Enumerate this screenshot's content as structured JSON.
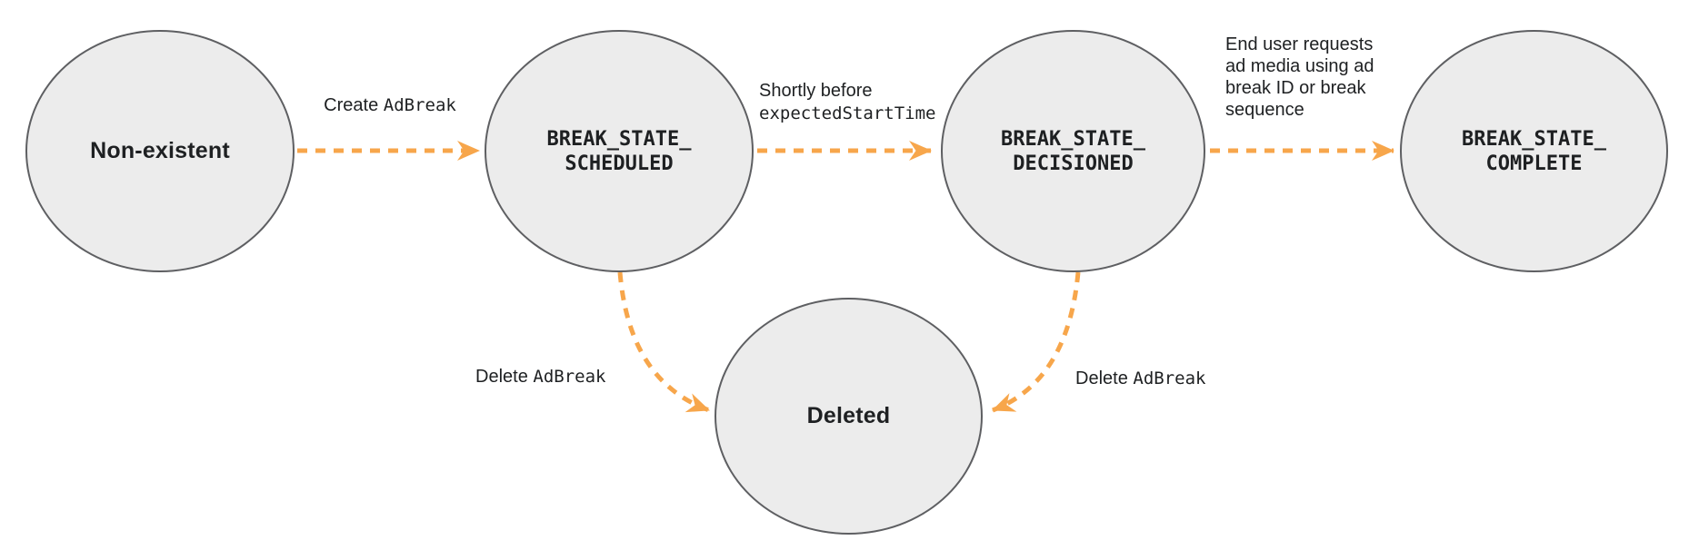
{
  "states": {
    "nonexistent": {
      "line1": "Non-existent",
      "line2": ""
    },
    "scheduled": {
      "line1": "BREAK_STATE_",
      "line2": "SCHEDULED"
    },
    "decisioned": {
      "line1": "BREAK_STATE_",
      "line2": "DECISIONED"
    },
    "complete": {
      "line1": "BREAK_STATE_",
      "line2": "COMPLETE"
    },
    "deleted": {
      "line1": "Deleted",
      "line2": ""
    }
  },
  "transitions": {
    "create": {
      "plain": "Create ",
      "code": "AdBreak"
    },
    "shortly": {
      "plain": "Shortly before",
      "code": "expectedStartTime"
    },
    "enduser": {
      "plain": "End user requests\nad media using ad\nbreak ID or break\nsequence"
    },
    "delete_left": {
      "plain": "Delete ",
      "code": "AdBreak"
    },
    "delete_right": {
      "plain": "Delete ",
      "code": "AdBreak"
    }
  },
  "edges": [
    {
      "from": "Non-existent",
      "to": "BREAK_STATE_SCHEDULED",
      "label": "Create AdBreak"
    },
    {
      "from": "BREAK_STATE_SCHEDULED",
      "to": "BREAK_STATE_DECISIONED",
      "label": "Shortly before expectedStartTime"
    },
    {
      "from": "BREAK_STATE_DECISIONED",
      "to": "BREAK_STATE_COMPLETE",
      "label": "End user requests ad media using ad break ID or break sequence"
    },
    {
      "from": "BREAK_STATE_SCHEDULED",
      "to": "Deleted",
      "label": "Delete AdBreak"
    },
    {
      "from": "BREAK_STATE_DECISIONED",
      "to": "Deleted",
      "label": "Delete AdBreak"
    }
  ],
  "theme": {
    "accent": "#F7A64B",
    "node_fill": "#ECECEC",
    "node_border": "#5E5F62",
    "text": "#1E2022"
  }
}
